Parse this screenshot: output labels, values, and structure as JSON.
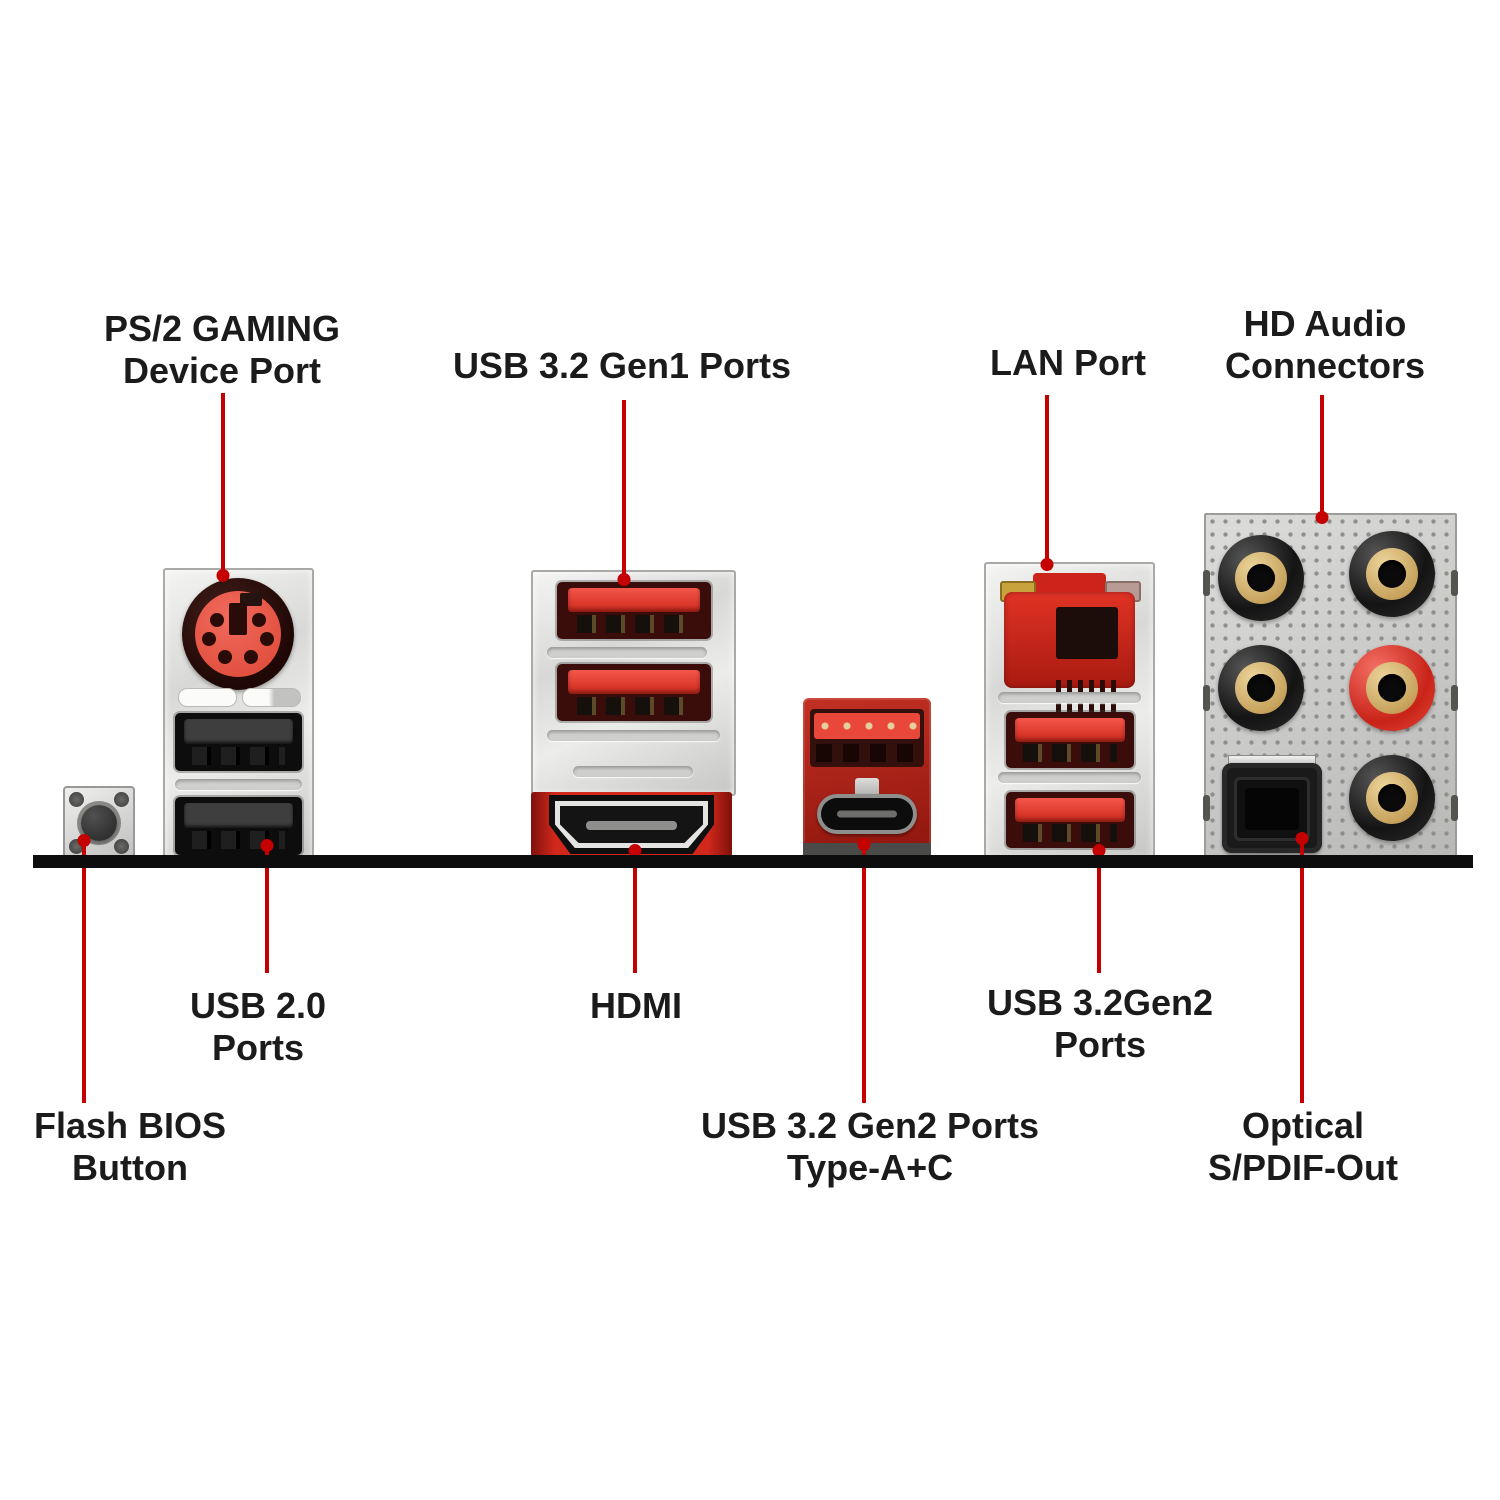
{
  "diagram": {
    "description": "Motherboard rear I/O panel port diagram",
    "colors": {
      "background": "#ffffff",
      "callout_red": "#c40000",
      "bracket_bar_black": "#0d0d0d",
      "port_red": "#d2281c",
      "panel_silver": "#d8d8d6",
      "label_text": "#1b1b1b",
      "jack_gold": "#c7a35d"
    },
    "labels": {
      "ps2": {
        "lines": [
          "PS/2 GAMING",
          "Device Port"
        ]
      },
      "usb_gen1": {
        "lines": [
          "USB 3.2 Gen1 Ports"
        ]
      },
      "lan": {
        "lines": [
          "LAN Port"
        ]
      },
      "hd_audio": {
        "lines": [
          "HD Audio",
          "Connectors"
        ]
      },
      "usb20": {
        "lines": [
          "USB 2.0",
          "Ports"
        ]
      },
      "hdmi": {
        "lines": [
          "HDMI"
        ]
      },
      "usb_gen2": {
        "lines": [
          "USB 3.2Gen2",
          "Ports"
        ]
      },
      "flash_bios": {
        "lines": [
          "Flash BIOS",
          "Button"
        ]
      },
      "usb_type_ac": {
        "lines": [
          "USB 3.2 Gen2 Ports",
          "Type-A+C"
        ]
      },
      "optical": {
        "lines": [
          "Optical",
          "S/PDIF-Out"
        ]
      }
    },
    "port_icons": [
      "flash-bios-button",
      "ps2-port",
      "usb2-port",
      "usb3-gen1-port",
      "hdmi-port",
      "usb3-gen2-type-a-port",
      "usb-type-c-port",
      "lan-rj45-port",
      "usb3-gen2-port",
      "audio-jack",
      "optical-spdif-port"
    ]
  }
}
